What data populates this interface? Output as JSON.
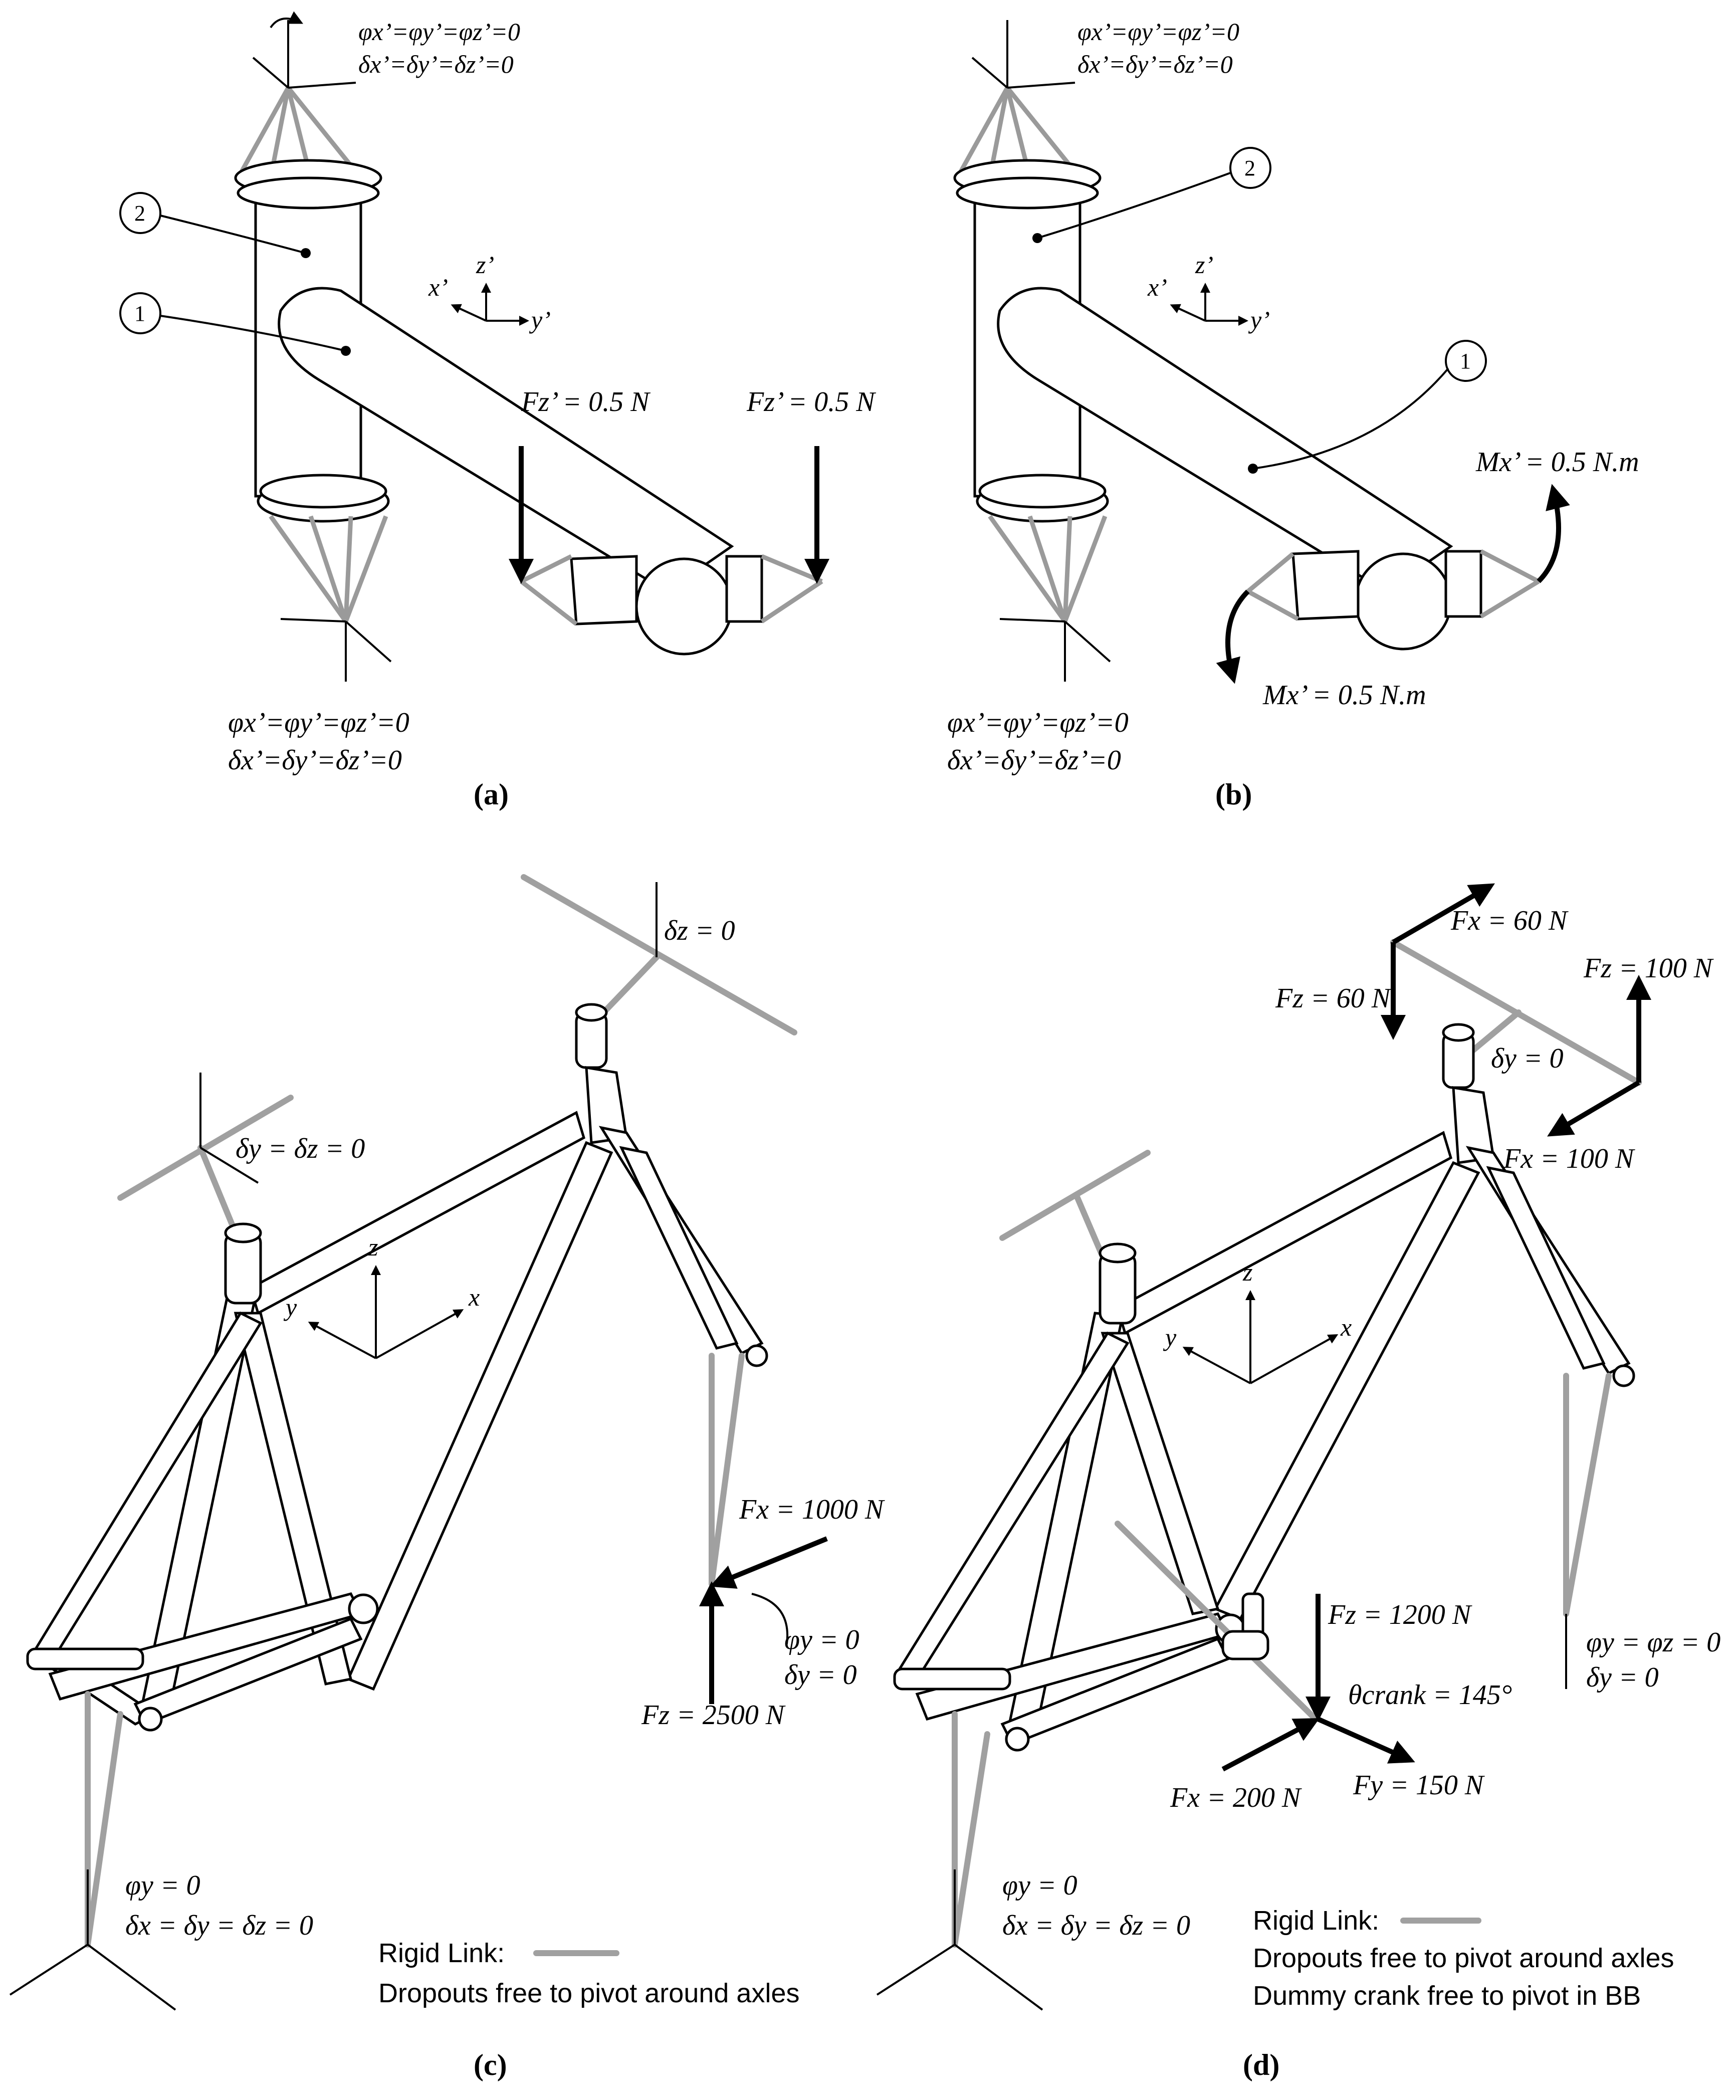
{
  "panel_a": {
    "caption": "(a)",
    "constraint_top_phi": "φx’=φy’=φz’=0",
    "constraint_top_delta": "δx’=δy’=δz’=0",
    "constraint_bottom_phi": "φx’=φy’=φz’=0",
    "constraint_bottom_delta": "δx’=δy’=δz’=0",
    "label_1": "1",
    "label_2": "2",
    "axis_x": "x’",
    "axis_y": "y’",
    "axis_z": "z’",
    "force_left": "Fz’ = 0.5 N",
    "force_right": "Fz’ = 0.5 N"
  },
  "panel_b": {
    "caption": "(b)",
    "constraint_top_phi": "φx’=φy’=φz’=0",
    "constraint_top_delta": "δx’=δy’=δz’=0",
    "constraint_bottom_phi": "φx’=φy’=φz’=0",
    "constraint_bottom_delta": "δx’=δy’=δz’=0",
    "label_1": "1",
    "label_2": "2",
    "axis_x": "x’",
    "axis_y": "y’",
    "axis_z": "z’",
    "moment_right": "Mx’ = 0.5 N.m",
    "moment_left": "Mx’ = 0.5 N.m"
  },
  "panel_c": {
    "caption": "(c)",
    "headtube_constraint": "δz = 0",
    "seattube_constraint": "δy = δz = 0",
    "axis_x": "x",
    "axis_y": "y",
    "axis_z": "z",
    "force_fx": "Fx = 1000 N",
    "force_fz": "Fz = 2500 N",
    "front_constraint_phi": "φy = 0",
    "front_constraint_delta": "δy = 0",
    "rear_constraint_phi": "φy = 0",
    "rear_constraint_delta": "δx = δy = δz = 0",
    "legend_rigid": "Rigid Link:",
    "legend_dropouts": "Dropouts free to pivot around axles"
  },
  "panel_d": {
    "caption": "(d)",
    "bar_fx_left": "Fx = 60 N",
    "bar_fz_left": "Fz = 60 N",
    "bar_fz_right": "Fz = 100 N",
    "bar_fx_right": "Fx = 100 N",
    "headtube_constraint": "δy = 0",
    "axis_x": "x",
    "axis_y": "y",
    "axis_z": "z",
    "crank_fz": "Fz = 1200 N",
    "crank_angle": "θcrank = 145°",
    "crank_fx": "Fx = 200 N",
    "crank_fy": "Fy = 150 N",
    "front_constraint_phi": "φy = φz = 0",
    "front_constraint_delta": "δy = 0",
    "rear_constraint_phi": "φy = 0",
    "rear_constraint_delta": "δx = δy = δz = 0",
    "legend_rigid": "Rigid Link:",
    "legend_dropouts": "Dropouts free to pivot around axles",
    "legend_crank": "Dummy crank free to pivot in BB"
  }
}
